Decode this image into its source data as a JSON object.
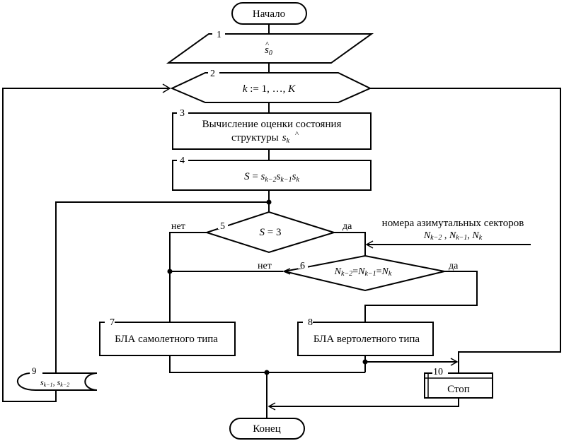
{
  "diagram": {
    "type": "flowchart",
    "language": "ru",
    "colors": {
      "stroke": "#000000",
      "background": "#ffffff"
    },
    "start": {
      "label": "Начало"
    },
    "end": {
      "label": "Конец"
    },
    "blocks": [
      {
        "id": "1",
        "number": "1",
        "shape": "parallelogram",
        "var": "s",
        "sub": "0"
      },
      {
        "id": "2",
        "number": "2",
        "shape": "hexagon",
        "text_var": "k",
        "text_rest": " := 1, …, ",
        "text_var2": "K"
      },
      {
        "id": "3",
        "number": "3",
        "shape": "process",
        "line1": "Вычисление оценки состояния",
        "line2": "структуры",
        "var": "s",
        "sub": "k"
      },
      {
        "id": "4",
        "number": "4",
        "shape": "process",
        "lhs": "S",
        "eq": " = ",
        "terms": [
          {
            "var": "s",
            "sub": "k−2"
          },
          {
            "var": "s",
            "sub": "k−1"
          },
          {
            "var": "s",
            "sub": "k"
          }
        ]
      },
      {
        "id": "5",
        "number": "5",
        "shape": "decision",
        "lhs": "S",
        "rest": " = 3",
        "no_label": "нет",
        "yes_label": "да"
      },
      {
        "id": "6",
        "number": "6",
        "shape": "decision",
        "parts": [
          {
            "var": "N",
            "sub": "k−2"
          },
          {
            "var": "N",
            "sub": "k−1"
          },
          {
            "var": "N",
            "sub": "k"
          }
        ],
        "sep": "=",
        "no_label": "нет",
        "yes_label": "да"
      },
      {
        "id": "7",
        "number": "7",
        "shape": "process",
        "label": "БЛА самолетного типа"
      },
      {
        "id": "8",
        "number": "8",
        "shape": "process",
        "label": "БЛА вертолетного типа"
      },
      {
        "id": "9",
        "number": "9",
        "shape": "stored-data",
        "items": [
          {
            "var": "s",
            "sub": "k−1"
          },
          {
            "var": "s",
            "sub": "k−2"
          }
        ],
        "sep": ",  "
      },
      {
        "id": "10",
        "number": "10",
        "shape": "predefined-process",
        "label": "Стоп"
      }
    ],
    "external_input": {
      "line1": "номера азимутальных секторов",
      "parts": [
        {
          "var": "N",
          "sub": "k−2"
        },
        {
          "var": "N",
          "sub": "k−1"
        },
        {
          "var": "N",
          "sub": "k"
        }
      ],
      "sep1": " , ",
      "sep2": ", "
    },
    "hat_glyph": "^"
  }
}
